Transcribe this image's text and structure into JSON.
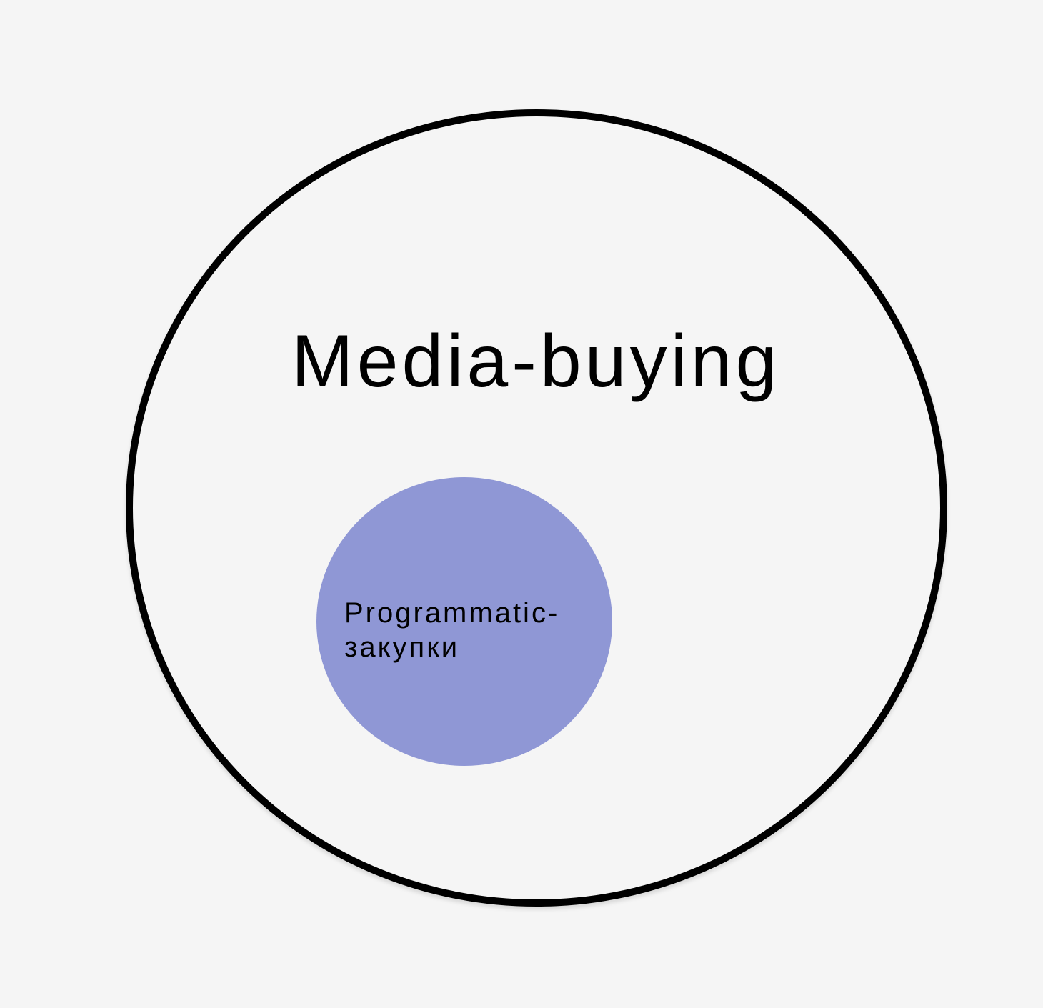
{
  "diagram": {
    "outer": {
      "label": "Media-buying",
      "stroke_color": "#000000"
    },
    "inner": {
      "label_lines": [
        "Programmatic-",
        "закупки"
      ],
      "fill_color": "#8f97d5"
    }
  }
}
